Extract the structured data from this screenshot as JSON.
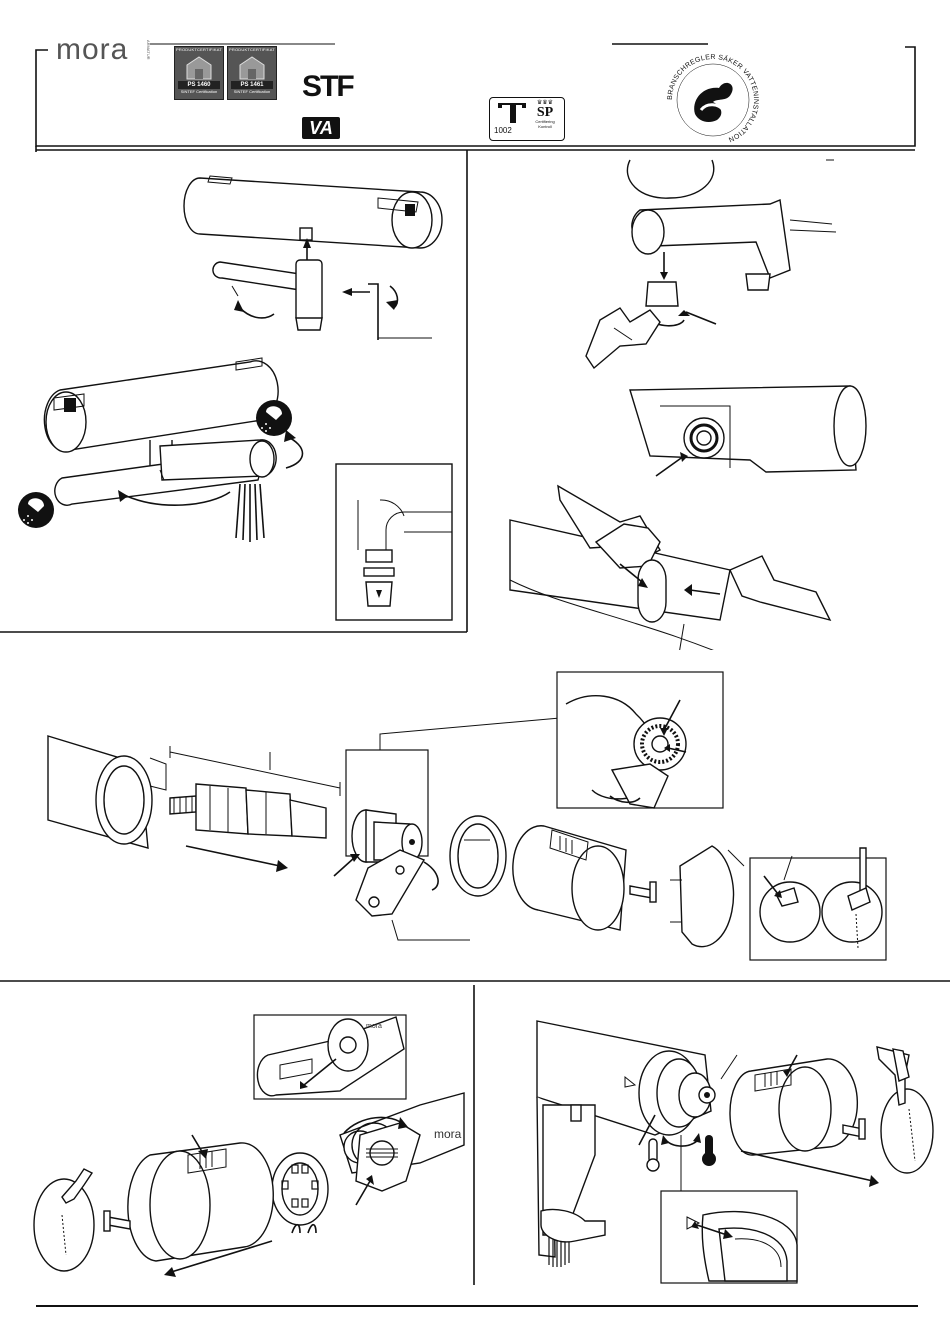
{
  "header": {
    "brand": "mora",
    "brand_sub": "ARMATUR",
    "badges": [
      {
        "top": "PRODUKTCERTIFIKAT",
        "code": "PS 1460",
        "bottom": "SINTEF Certification"
      },
      {
        "top": "PRODUKTCERTIFIKAT",
        "code": "PS 1461",
        "bottom": "SINTEF Certification"
      }
    ],
    "stf_logo": "STF",
    "vd_logo": "VA",
    "cert_number": "1002",
    "sp_mark": "SP",
    "sp_sub1": "Certifiering",
    "sp_sub2": "Kontroll",
    "seal_text": "BRANSCHREGLER SÄKER VATTENINSTALLATION"
  },
  "parts": {
    "mora_engraving_1": "mora",
    "mora_engraving_2": "mora"
  },
  "icons": [
    "hand-shower-icon",
    "spout-icon",
    "hot-thermometer-icon",
    "cold-thermometer-icon",
    "hex-key-icon",
    "wrench-icon",
    "screwdriver-icon",
    "arrow-icon"
  ]
}
